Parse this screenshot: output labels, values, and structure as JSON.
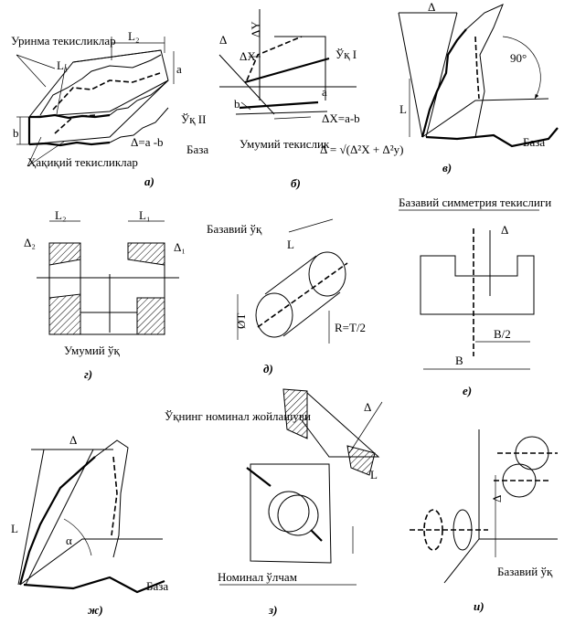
{
  "panels": {
    "a": {
      "caption": "а)",
      "contact_planes": "Уринма текисликлар",
      "real_planes": "Ҳақиқий текисликлар",
      "L2": "L₂",
      "L1": "L₁",
      "a": "a",
      "b": "b",
      "formula": "Δ=a -b"
    },
    "b": {
      "caption": "б)",
      "delta": "Δ",
      "delta_x": "ΔX",
      "delta_y": "ΔY",
      "axis1": "Ўқ I",
      "axis2": "Ўқ II",
      "base": "База",
      "common_plane": "Умумий текислик",
      "a": "a",
      "b": "b",
      "formula_x": "ΔX=a-b",
      "formula_total": "Δ = √(Δ²X + Δ²y)"
    },
    "v": {
      "caption": "в)",
      "delta": "Δ",
      "L": "L",
      "angle": "90°",
      "base": "База"
    },
    "g": {
      "caption": "г)",
      "L2": "L₂",
      "L1": "L₁",
      "d2": "Δ₂",
      "d1": "Δ₁",
      "common_axis": "Умумий ўқ"
    },
    "d": {
      "caption": "д)",
      "base_axis": "Базавий ўқ",
      "L": "L",
      "T": "ØT",
      "R": "R=T/2"
    },
    "e": {
      "caption": "е)",
      "sym_plane": "Базавий симметрия текислиги",
      "delta": "Δ",
      "B2": "B/2",
      "B": "B"
    },
    "zh": {
      "caption": "ж)",
      "delta": "Δ",
      "L": "L",
      "alpha": "α",
      "base": "База"
    },
    "z": {
      "caption": "з)",
      "nominal_pos": "Ўқнинг номинал жойлашуви",
      "delta": "Δ",
      "L": "L",
      "nominal_size": "Номинал ўлчам"
    },
    "i": {
      "caption": "и)",
      "delta": "Δ",
      "base_axis": "Базавий ўқ"
    }
  }
}
